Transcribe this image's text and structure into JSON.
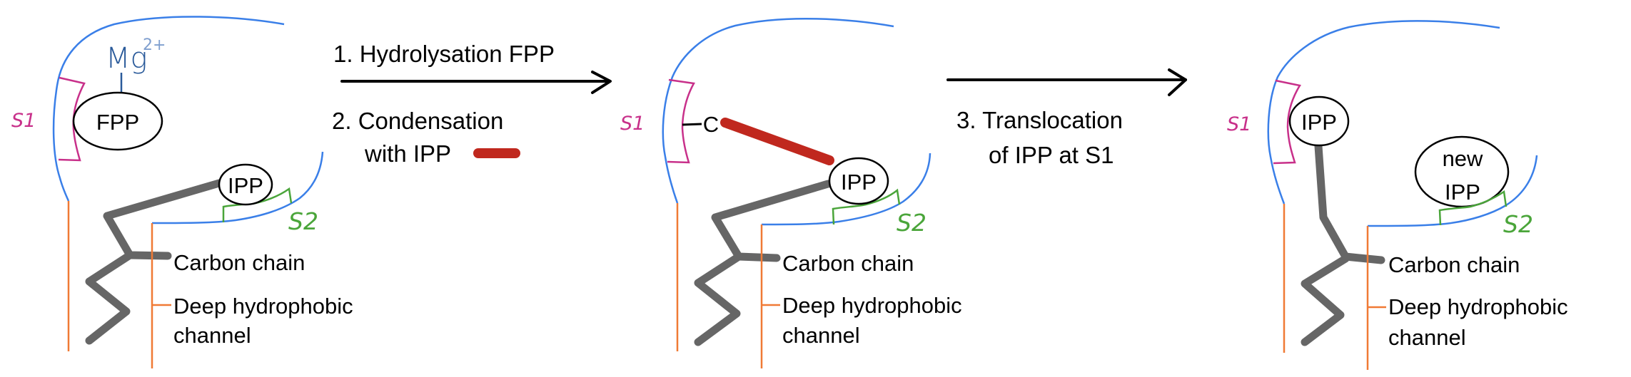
{
  "figure": {
    "colors": {
      "enzyme_outline": "#3a7fe8",
      "channel_lines": "#f07a35",
      "site_s1": "#c8308a",
      "site_s2": "#4aa53a",
      "carbon_chain": "#666666",
      "new_bond": "#c0281e",
      "magnesium": "#2a5a9a"
    },
    "steps": {
      "step1": "1. Hydrolysation FPP",
      "step2_line1": "2. Condensation",
      "step2_line2": "with IPP",
      "step3_line1": "3. Translocation",
      "step3_line2": "of IPP at S1"
    },
    "panels": [
      {
        "site1_label": "S1",
        "site2_label": "S2",
        "cofactor": "Mg",
        "cofactor_charge": "2+",
        "substrate_s1": "FPP",
        "substrate_s2": "IPP",
        "chain_label": "Carbon chain",
        "channel_label_line1": "Deep hydrophobic",
        "channel_label_line2": "channel"
      },
      {
        "site1_label": "S1",
        "site2_label": "S2",
        "carbocation": "C",
        "substrate_s2": "IPP",
        "chain_label": "Carbon chain",
        "channel_label_line1": "Deep hydrophobic",
        "channel_label_line2": "channel"
      },
      {
        "site1_label": "S1",
        "site2_label": "S2",
        "substrate_s1": "IPP",
        "new_substrate_line1": "new",
        "new_substrate_line2": "IPP",
        "chain_label": "Carbon chain",
        "channel_label_line1": "Deep hydrophobic",
        "channel_label_line2": "channel"
      }
    ]
  }
}
